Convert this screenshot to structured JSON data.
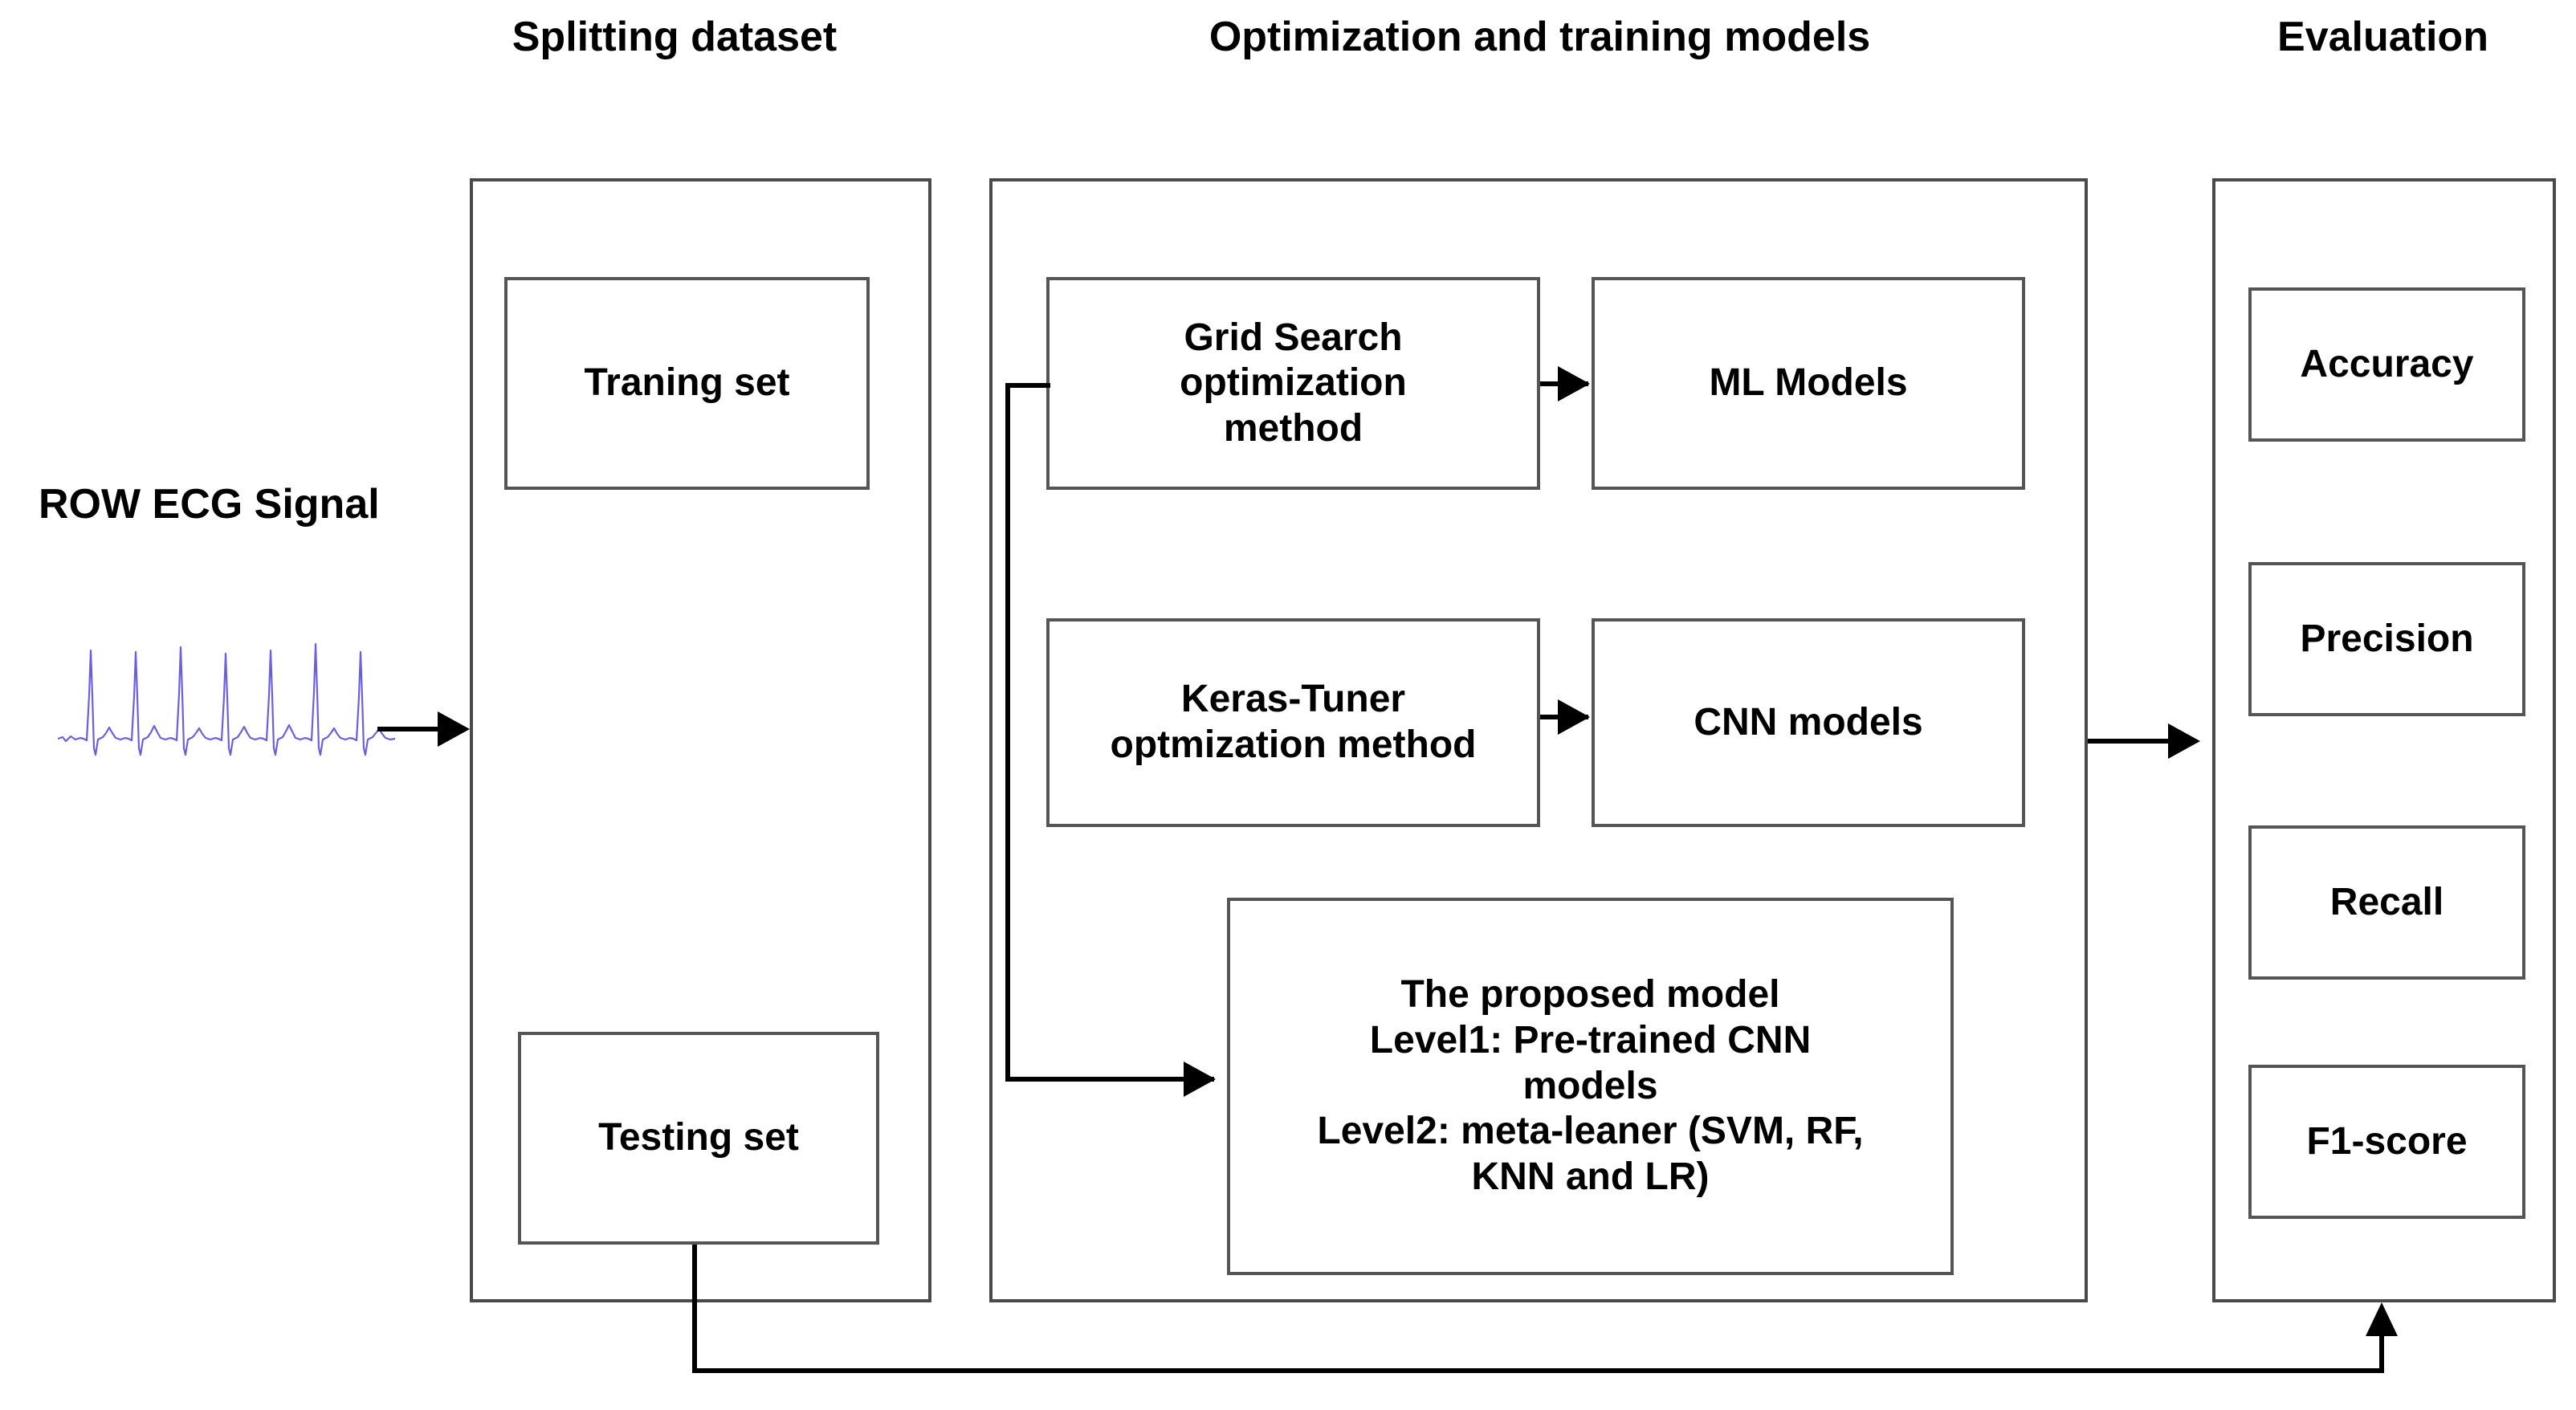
{
  "figure": {
    "type": "flowchart",
    "orientation": "left-to-right",
    "background_color": "#ffffff",
    "stroke_color": "#000000",
    "panel_border_color": "#4a4a4a",
    "node_border_color": "#555555",
    "ecg_color": "#6a5fe0"
  },
  "headings": {
    "splitting": "Splitting dataset",
    "optimization": "Optimization and training models",
    "evaluation": "Evaluation"
  },
  "source": {
    "label": "ROW ECG Signal",
    "waveform_name": "ecg-signal-waveform"
  },
  "splitting_panel": {
    "nodes": [
      {
        "id": "training-set",
        "label": "Traning set"
      },
      {
        "id": "testing-set",
        "label": "Testing set"
      }
    ]
  },
  "optimization_panel": {
    "nodes": [
      {
        "id": "grid-search",
        "label": "Grid Search\noptimization\nmethod"
      },
      {
        "id": "ml-models",
        "label": "ML Models"
      },
      {
        "id": "keras-tuner",
        "label": "Keras-Tuner\noptmization method"
      },
      {
        "id": "cnn-models",
        "label": "CNN models"
      },
      {
        "id": "proposed-model",
        "label": "The proposed model\nLevel1: Pre-trained CNN\nmodels\nLevel2: meta-leaner (SVM, RF,\nKNN and LR)"
      }
    ]
  },
  "evaluation_panel": {
    "metrics": [
      {
        "id": "accuracy",
        "label": "Accuracy"
      },
      {
        "id": "precision",
        "label": "Precision"
      },
      {
        "id": "recall",
        "label": "Recall"
      },
      {
        "id": "f1-score",
        "label": "F1-score"
      }
    ]
  },
  "connectors": [
    {
      "id": "signal-to-splitting",
      "from": "ROW ECG Signal",
      "to": "Splitting dataset",
      "style": "arrow-right"
    },
    {
      "id": "grid-search-to-ml-models",
      "from": "Grid Search optimization method",
      "to": "ML Models",
      "style": "arrow-right"
    },
    {
      "id": "keras-tuner-to-cnn-models",
      "from": "Keras-Tuner optmization method",
      "to": "CNN models",
      "style": "arrow-right"
    },
    {
      "id": "branch-to-proposed-model",
      "from": "Grid Search optimization method",
      "to": "The proposed model",
      "style": "elbow-arrow-right"
    },
    {
      "id": "optimization-to-evaluation",
      "from": "Optimization and training models",
      "to": "Evaluation",
      "style": "arrow-right"
    },
    {
      "id": "testing-set-to-evaluation",
      "from": "Testing set",
      "to": "Evaluation",
      "style": "elbow-arrow-up"
    }
  ]
}
